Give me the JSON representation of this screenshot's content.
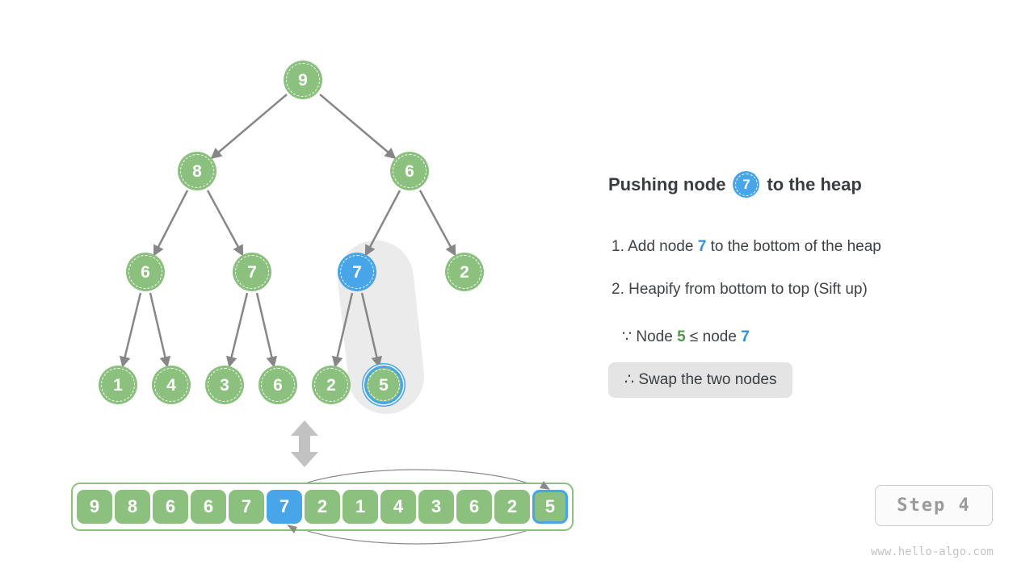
{
  "panel": {
    "title_prefix": "Pushing node",
    "title_node": "7",
    "title_suffix": "to the heap",
    "step1_pre": "1. Add node ",
    "step1_node": "7",
    "step1_post": " to the bottom of the heap",
    "step2": "2. Heapify from bottom to top (Sift up)",
    "because_pre": "∵ Node ",
    "because_node_a": "5",
    "because_mid": " ≤ node ",
    "because_node_b": "7",
    "therefore": "∴ Swap the two nodes"
  },
  "tree": {
    "nodes": [
      {
        "value": "9",
        "highlight": "none"
      },
      {
        "value": "8",
        "highlight": "none"
      },
      {
        "value": "6",
        "highlight": "none"
      },
      {
        "value": "6",
        "highlight": "none"
      },
      {
        "value": "7",
        "highlight": "none"
      },
      {
        "value": "7",
        "highlight": "blue-fill"
      },
      {
        "value": "2",
        "highlight": "none"
      },
      {
        "value": "1",
        "highlight": "none"
      },
      {
        "value": "4",
        "highlight": "none"
      },
      {
        "value": "3",
        "highlight": "none"
      },
      {
        "value": "6",
        "highlight": "none"
      },
      {
        "value": "2",
        "highlight": "none"
      },
      {
        "value": "5",
        "highlight": "blue-ring"
      }
    ]
  },
  "array": {
    "cells": [
      {
        "value": "9",
        "highlight": "none"
      },
      {
        "value": "8",
        "highlight": "none"
      },
      {
        "value": "6",
        "highlight": "none"
      },
      {
        "value": "6",
        "highlight": "none"
      },
      {
        "value": "7",
        "highlight": "none"
      },
      {
        "value": "7",
        "highlight": "blue-fill"
      },
      {
        "value": "2",
        "highlight": "none"
      },
      {
        "value": "1",
        "highlight": "none"
      },
      {
        "value": "4",
        "highlight": "none"
      },
      {
        "value": "3",
        "highlight": "none"
      },
      {
        "value": "6",
        "highlight": "none"
      },
      {
        "value": "2",
        "highlight": "none"
      },
      {
        "value": "5",
        "highlight": "blue-ring"
      }
    ]
  },
  "step_badge": {
    "label": "Step 4"
  },
  "watermark": "www.hello-algo.com",
  "colors": {
    "node_green": "#8cc07f",
    "node_blue": "#48a6e8",
    "text_blue": "#2b93d9",
    "text_green": "#4f9b43",
    "edge_gray": "#878787",
    "swap_arrow_gray": "#c2c2c2",
    "capsule_gray": "#ebebeb",
    "therefore_box_bg": "#e4e4e4"
  }
}
